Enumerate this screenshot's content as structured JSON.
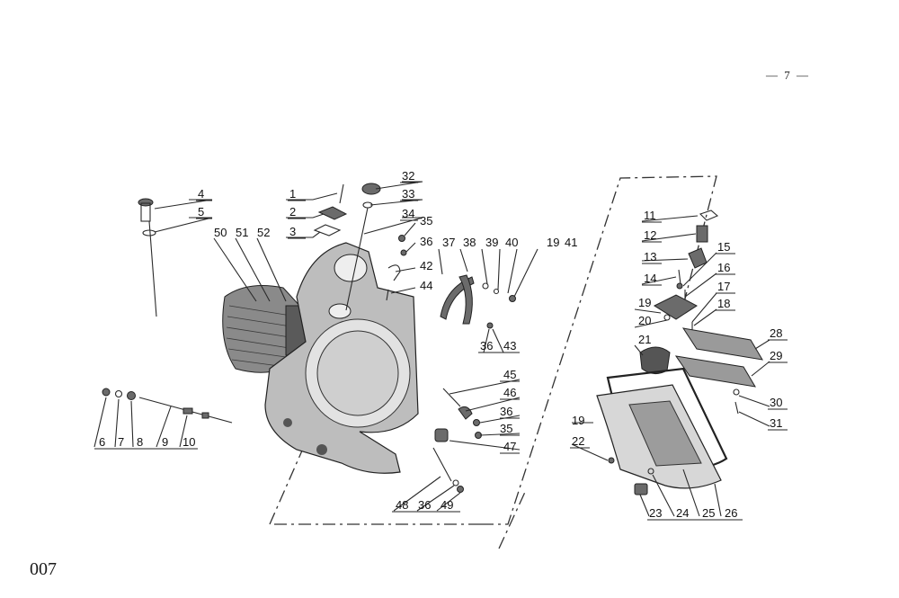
{
  "page": {
    "number_marker": "— 7 —",
    "sheet_code": "007"
  },
  "callouts": [
    {
      "id": "c1",
      "label": "1"
    },
    {
      "id": "c2",
      "label": "2"
    },
    {
      "id": "c3",
      "label": "3"
    },
    {
      "id": "c4",
      "label": "4"
    },
    {
      "id": "c5",
      "label": "5"
    },
    {
      "id": "c6",
      "label": "6"
    },
    {
      "id": "c7",
      "label": "7"
    },
    {
      "id": "c8",
      "label": "8"
    },
    {
      "id": "c9",
      "label": "9"
    },
    {
      "id": "c10",
      "label": "10"
    },
    {
      "id": "c11",
      "label": "11"
    },
    {
      "id": "c12",
      "label": "12"
    },
    {
      "id": "c13",
      "label": "13"
    },
    {
      "id": "c14",
      "label": "14"
    },
    {
      "id": "c15",
      "label": "15"
    },
    {
      "id": "c16",
      "label": "16"
    },
    {
      "id": "c17",
      "label": "17"
    },
    {
      "id": "c18",
      "label": "18"
    },
    {
      "id": "c19a",
      "label": "19"
    },
    {
      "id": "c19b",
      "label": "19"
    },
    {
      "id": "c19c",
      "label": "19"
    },
    {
      "id": "c20",
      "label": "20"
    },
    {
      "id": "c21",
      "label": "21"
    },
    {
      "id": "c22",
      "label": "22"
    },
    {
      "id": "c23",
      "label": "23"
    },
    {
      "id": "c24",
      "label": "24"
    },
    {
      "id": "c25",
      "label": "25"
    },
    {
      "id": "c26",
      "label": "26"
    },
    {
      "id": "c28",
      "label": "28"
    },
    {
      "id": "c29",
      "label": "29"
    },
    {
      "id": "c30",
      "label": "30"
    },
    {
      "id": "c31",
      "label": "31"
    },
    {
      "id": "c32",
      "label": "32"
    },
    {
      "id": "c33",
      "label": "33"
    },
    {
      "id": "c34",
      "label": "34"
    },
    {
      "id": "c35a",
      "label": "35"
    },
    {
      "id": "c35b",
      "label": "35"
    },
    {
      "id": "c36a",
      "label": "36"
    },
    {
      "id": "c36b",
      "label": "36"
    },
    {
      "id": "c36c",
      "label": "36"
    },
    {
      "id": "c36d",
      "label": "36"
    },
    {
      "id": "c37",
      "label": "37"
    },
    {
      "id": "c38",
      "label": "38"
    },
    {
      "id": "c39",
      "label": "39"
    },
    {
      "id": "c40",
      "label": "40"
    },
    {
      "id": "c41",
      "label": "41"
    },
    {
      "id": "c42",
      "label": "42"
    },
    {
      "id": "c43",
      "label": "43"
    },
    {
      "id": "c44",
      "label": "44"
    },
    {
      "id": "c45",
      "label": "45"
    },
    {
      "id": "c46",
      "label": "46"
    },
    {
      "id": "c47",
      "label": "47"
    },
    {
      "id": "c48",
      "label": "48"
    },
    {
      "id": "c49",
      "label": "49"
    },
    {
      "id": "c50",
      "label": "50"
    },
    {
      "id": "c51",
      "label": "51"
    },
    {
      "id": "c52",
      "label": "52"
    }
  ]
}
